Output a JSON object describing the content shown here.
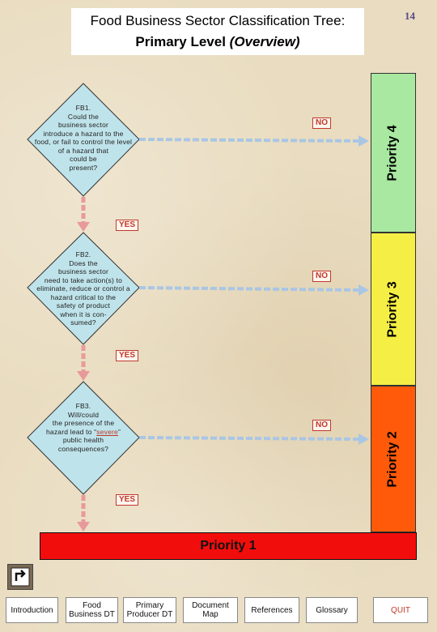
{
  "header": {
    "title_line1": "Food Business Sector Classification Tree:",
    "title_line2_main": "Primary Level",
    "title_line2_paren": "(Overview)",
    "page_number": "14"
  },
  "decisions": [
    {
      "id": "FB1",
      "lines": [
        "FB1.",
        "Could the",
        "business sector",
        "introduce a hazard to the",
        "food, or fail to control the level",
        "of a hazard that",
        "could be",
        "present?"
      ],
      "no_label": "NO",
      "yes_label": "YES"
    },
    {
      "id": "FB2",
      "lines": [
        "FB2.",
        "Does the",
        "business sector",
        "need to take action(s) to",
        "eliminate, reduce or control a",
        "hazard critical to the",
        "safety of product",
        "when it is con-",
        "sumed?"
      ],
      "no_label": "NO",
      "yes_label": "YES"
    },
    {
      "id": "FB3",
      "lines_before": [
        "FB3.",
        "Will/could",
        "the presence of the"
      ],
      "line_severe_pre": "hazard lead to “",
      "line_severe_word": "severe",
      "line_severe_post": "”",
      "lines_after": [
        "public health",
        "consequences?"
      ],
      "no_label": "NO",
      "yes_label": "YES"
    }
  ],
  "priorities": {
    "p4": "Priority 4",
    "p3": "Priority 3",
    "p2": "Priority 2",
    "p1": "Priority 1"
  },
  "colors": {
    "diamond_fill": "#bfe3ea",
    "priority4": "#a8e8a0",
    "priority3": "#f5ee45",
    "priority2": "#ff5a0a",
    "priority1": "#f20d0d",
    "arrow_blue": "#a9c6e4",
    "arrow_pink": "#e89a9a"
  },
  "nav": {
    "back_icon": "return-arrow-icon",
    "buttons": [
      "Introduction",
      "Food Business DT",
      "Primary Producer DT",
      "Document Map",
      "References",
      "Glossary",
      "QUIT"
    ],
    "food_business_line1": "Food",
    "food_business_line2": "Business DT",
    "primary_producer_line1": "Primary",
    "primary_producer_line2": "Producer DT",
    "document_map_line1": "Document",
    "document_map_line2": "Map"
  }
}
